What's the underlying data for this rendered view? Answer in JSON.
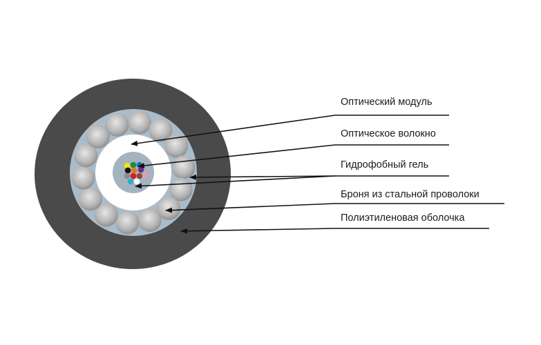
{
  "diagram": {
    "title": "Cable cross-section",
    "labels": [
      {
        "id": "module",
        "text": "Оптический модуль"
      },
      {
        "id": "fiber",
        "text": "Оптическое волокно"
      },
      {
        "id": "gel",
        "text": "Гидрофобный гель"
      },
      {
        "id": "armor",
        "text": "Броня из стальной проволоки"
      },
      {
        "id": "sheath",
        "text": "Полиэтиленовая оболочка"
      }
    ],
    "colors": {
      "sheath": "#4a4a4a",
      "gel": "#a9bccb",
      "module": "#ffffff",
      "core": "#a4b3c0",
      "wire": "#b5b5b5",
      "fibers": [
        "#f2e600",
        "#1f8a3c",
        "#1e6fc0",
        "#111111",
        "#e07a1a",
        "#6a2c8a",
        "#8c8c8c",
        "#d42020",
        "#8a4a3a",
        "#e59ab0",
        "#2ab0c8",
        "#ffffff"
      ]
    }
  }
}
